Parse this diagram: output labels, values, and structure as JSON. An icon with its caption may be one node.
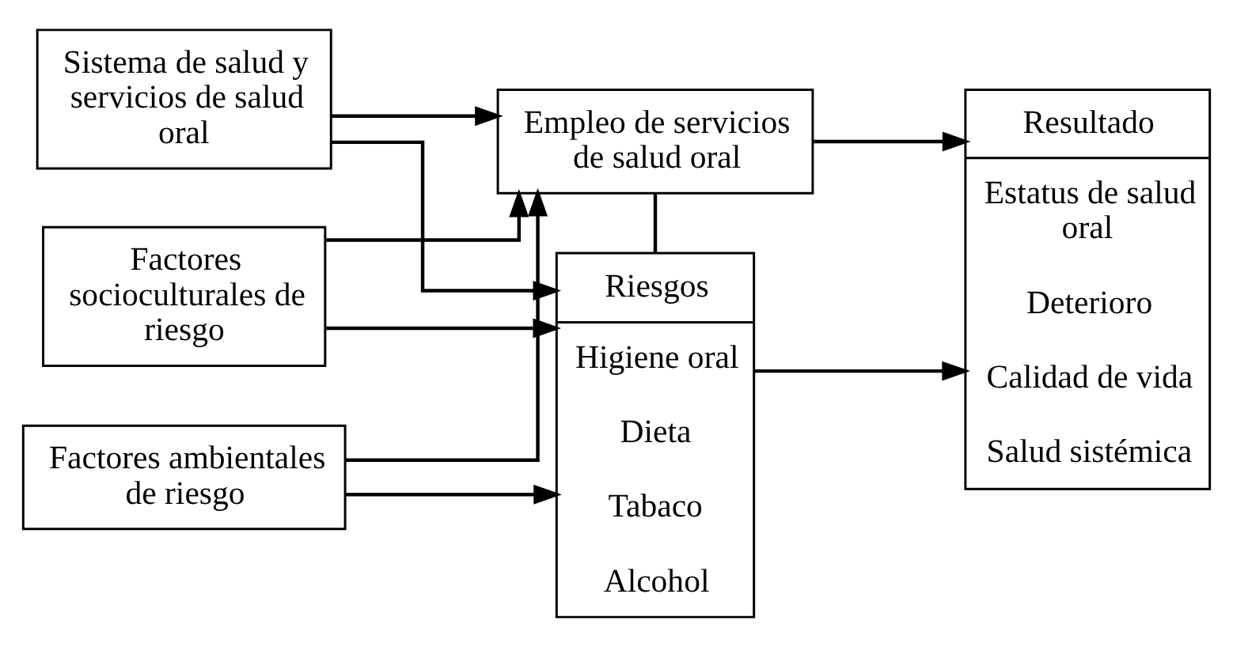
{
  "diagram": {
    "nodes": [
      {
        "text": [
          "Sistema de salud y servicios de salud oral"
        ]
      },
      {
        "text": [
          "Factores socioculturales de riesgo"
        ]
      },
      {
        "text": [
          "Factores ambientales de riesgo"
        ]
      },
      {
        "text": [
          "Empleo de servicios de salud oral"
        ]
      },
      {
        "text": [
          "Riesgos",
          "Higiene oral",
          "Dieta",
          "Tabaco",
          "Alcohol"
        ]
      },
      {
        "text": [
          "Resultado",
          "Estatus de salud oral",
          "Deterioro",
          "Calidad de vida",
          "Salud sistémica"
        ]
      }
    ],
    "edges": [
      {
        "from": 0,
        "to": 3,
        "arrow": "to"
      },
      {
        "from": 1,
        "to": 3,
        "arrow": "to"
      },
      {
        "from": 2,
        "to": 3,
        "arrow": "to"
      },
      {
        "from": 0,
        "to": 4,
        "arrow": "to"
      },
      {
        "from": 1,
        "to": 4,
        "arrow": "to"
      },
      {
        "from": 2,
        "to": 4,
        "arrow": "to"
      },
      {
        "from": 3,
        "to": 4,
        "arrow": "none"
      },
      {
        "from": 3,
        "to": 5,
        "arrow": "to"
      },
      {
        "from": 4,
        "to": 5,
        "arrow": "to"
      }
    ]
  }
}
